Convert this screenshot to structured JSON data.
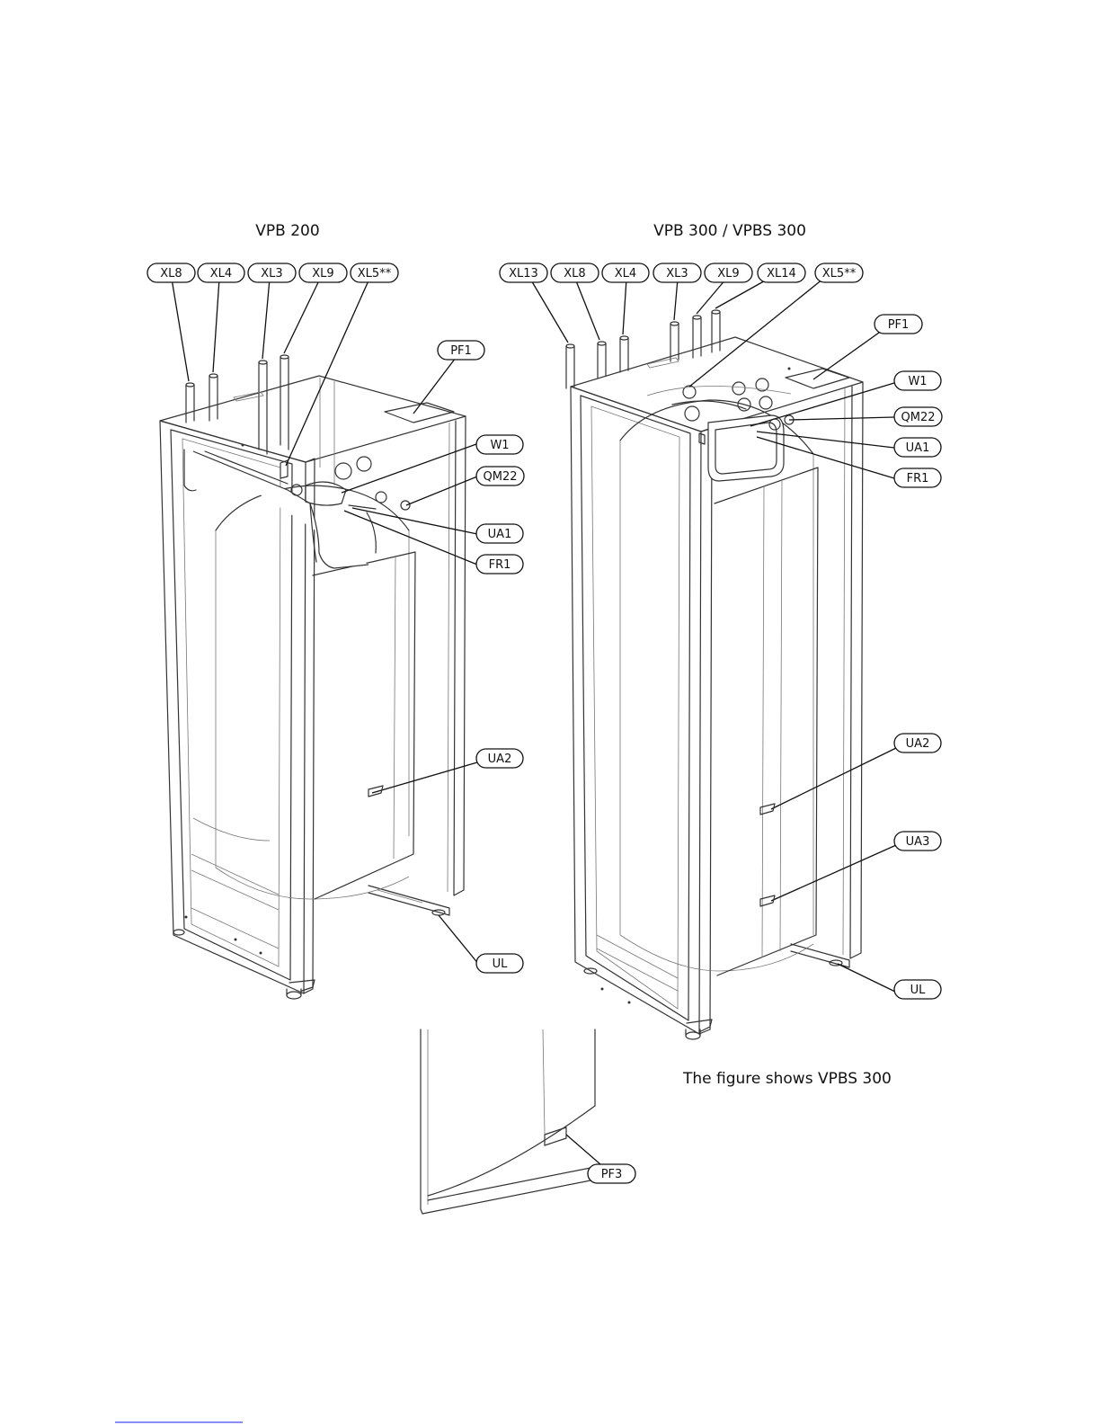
{
  "titles": {
    "left": "VPB 200",
    "right": "VPB 300  / VPBS 300"
  },
  "caption": "The figure shows VPBS 300",
  "callouts": {
    "left": {
      "XL8": "XL8",
      "XL4": "XL4",
      "XL3": "XL3",
      "XL9": "XL9",
      "XL5": "XL5**",
      "PF1": "PF1",
      "W1": "W1",
      "QM22": "QM22",
      "UA1": "UA1",
      "FR1": "FR1",
      "UA2": "UA2",
      "UL": "UL"
    },
    "right": {
      "XL13": "XL13",
      "XL8": "XL8",
      "XL4": "XL4",
      "XL3": "XL3",
      "XL9": "XL9",
      "XL14": "XL14",
      "XL5": "XL5**",
      "PF1": "PF1",
      "W1": "W1",
      "QM22": "QM22",
      "UA1": "UA1",
      "FR1": "FR1",
      "UA2": "UA2",
      "UA3": "UA3",
      "UL": "UL"
    },
    "bottom": {
      "PF3": "PF3"
    }
  },
  "colors": {
    "line": "#333333",
    "footer_rule": "#1a1aff"
  }
}
